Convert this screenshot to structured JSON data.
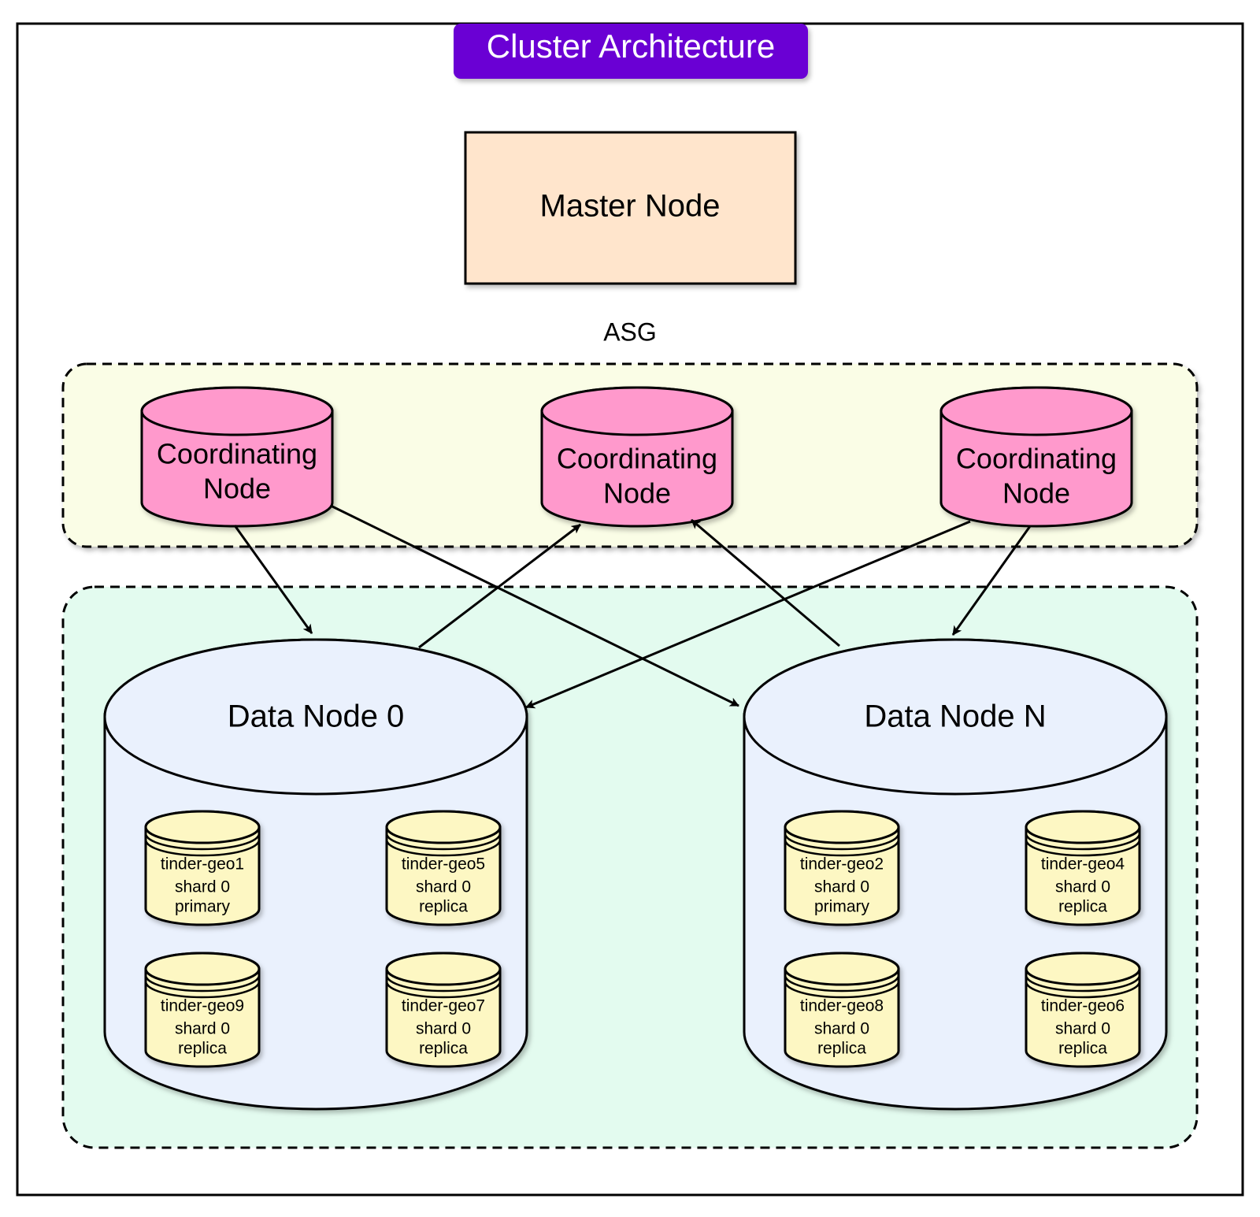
{
  "diagram": {
    "title": "Cluster Architecture",
    "master_node": "Master Node",
    "asg_label": "ASG",
    "coordinating_nodes": [
      {
        "line1": "Coordinating",
        "line2": "Node"
      },
      {
        "line1": "Coordinating",
        "line2": "Node"
      },
      {
        "line1": "Coordinating",
        "line2": "Node"
      }
    ],
    "data_nodes": [
      {
        "label": "Data Node 0",
        "shards": [
          {
            "name": "tinder-geo1",
            "shard": "shard 0",
            "role": "primary"
          },
          {
            "name": "tinder-geo5",
            "shard": "shard 0",
            "role": "replica"
          },
          {
            "name": "tinder-geo9",
            "shard": "shard 0",
            "role": "replica"
          },
          {
            "name": "tinder-geo7",
            "shard": "shard 0",
            "role": "replica"
          }
        ]
      },
      {
        "label": "Data Node N",
        "shards": [
          {
            "name": "tinder-geo2",
            "shard": "shard 0",
            "role": "primary"
          },
          {
            "name": "tinder-geo4",
            "shard": "shard 0",
            "role": "replica"
          },
          {
            "name": "tinder-geo8",
            "shard": "shard 0",
            "role": "replica"
          },
          {
            "name": "tinder-geo6",
            "shard": "shard 0",
            "role": "replica"
          }
        ]
      }
    ],
    "colors": {
      "title_bg": "#6a00d4",
      "master_fill": "#ffe5cc",
      "asg_fill": "#fafde6",
      "data_zone_fill": "#e3fbef",
      "coord_fill": "#ff99cc",
      "data_fill": "#eaf1fd",
      "shard_fill": "#fdf7c3"
    }
  }
}
